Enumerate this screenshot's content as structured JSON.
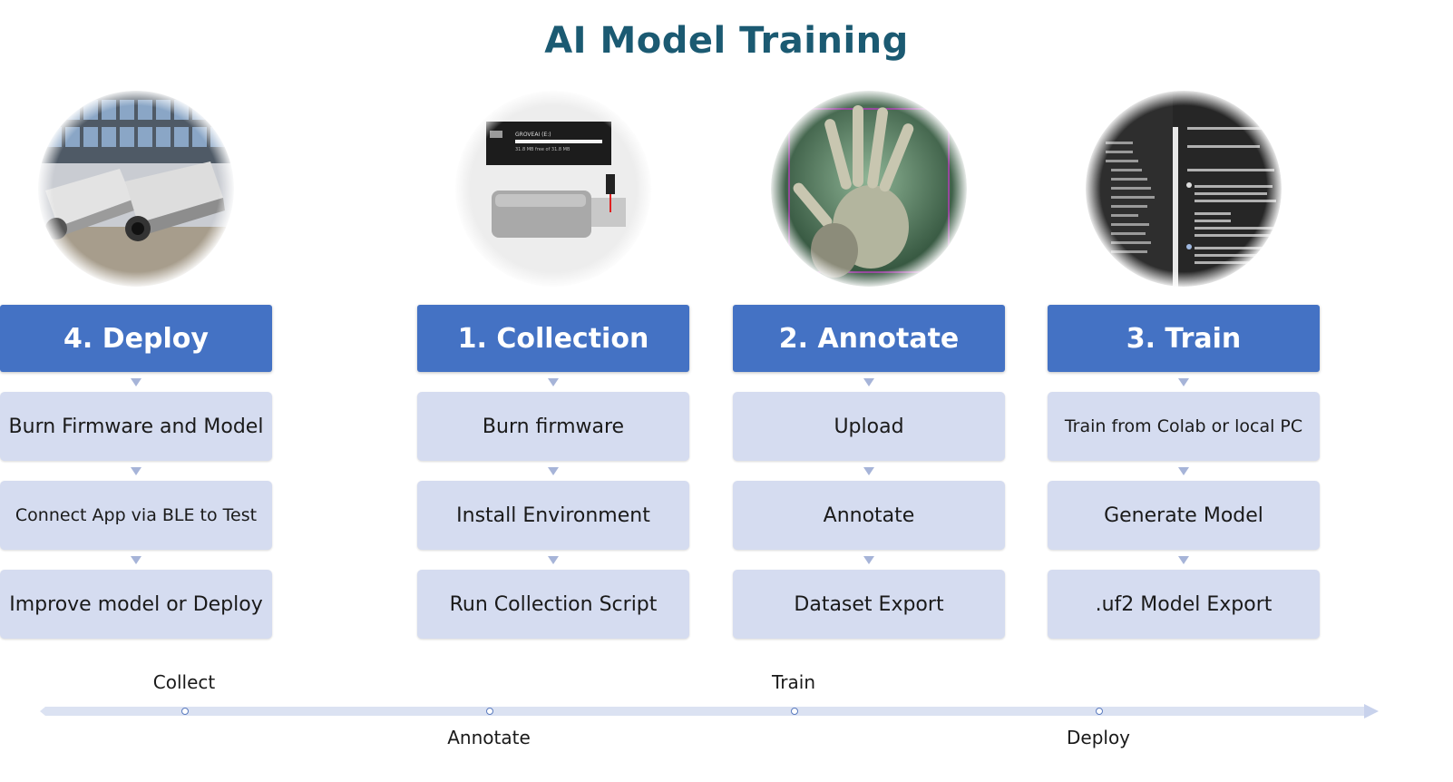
{
  "title": "AI Model Training",
  "columns": [
    {
      "heading": "1. Collection",
      "image": "camera-device-photo",
      "steps": [
        "Burn firmware",
        "Install Environment",
        "Run Collection Script"
      ],
      "device_label": "GROVEAI (E:)",
      "device_sub": "31.8 MB free of 31.8 MB"
    },
    {
      "heading": "2. Annotate",
      "image": "hand-gesture-photo",
      "steps": [
        "Upload",
        "Annotate",
        "Dataset Export"
      ]
    },
    {
      "heading": "3. Train",
      "image": "colab-notebook-screenshot",
      "steps": [
        "Train from Colab or local PC",
        "Generate Model",
        ".uf2 Model Export"
      ]
    },
    {
      "heading": "4. Deploy",
      "image": "deployed-cameras-photo",
      "steps": [
        "Burn Firmware and Model",
        "Connect App via BLE to Test",
        "Improve model or Deploy"
      ]
    }
  ],
  "timeline": {
    "labels": [
      "Collect",
      "Annotate",
      "Train",
      "Deploy"
    ]
  },
  "colors": {
    "title": "#1b5a72",
    "heading_bg": "#4472c4",
    "step_bg": "#d5dcf0",
    "timeline": "#dbe2f2"
  }
}
